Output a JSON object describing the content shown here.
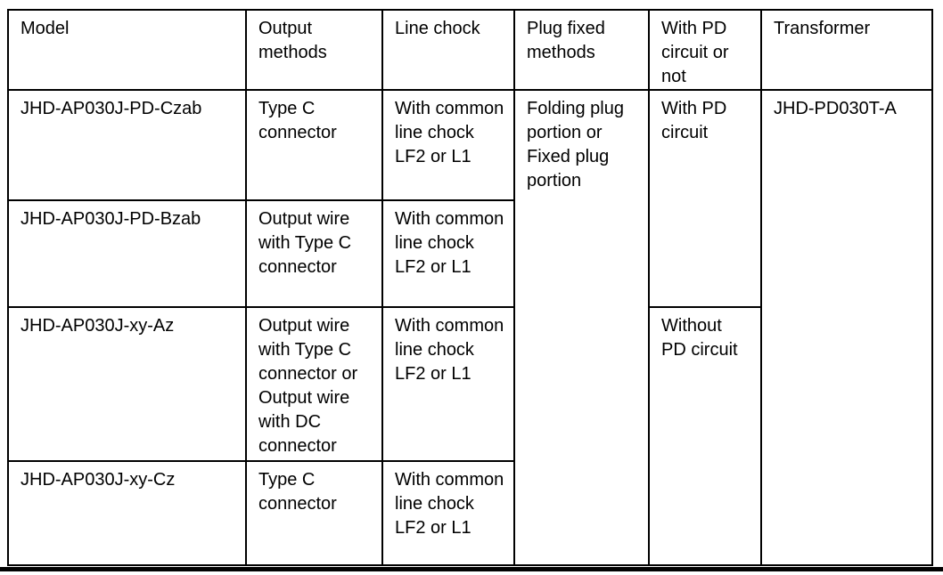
{
  "page": {
    "background": "#ffffff",
    "border_color": "#000000",
    "text_color": "#000000"
  },
  "table": {
    "headers": {
      "model": "Model",
      "output_methods": "Output methods",
      "line_chock": "Line chock",
      "plug_fixed_methods": "Plug fixed methods",
      "pd_circuit": "With PD circuit or not",
      "transformer": "Transformer"
    },
    "rows": [
      {
        "model": "JHD-AP030J-PD-Czab",
        "output_methods": "Type C connector",
        "line_chock": "With common line chock LF2 or L1",
        "plug_fixed_methods": "Folding plug portion or Fixed plug portion",
        "pd_circuit": "With PD circuit",
        "transformer": "JHD-PD030T-A"
      },
      {
        "model": "JHD-AP030J-PD-Bzab",
        "output_methods": "Output wire with Type C connector",
        "line_chock": "With common line chock LF2 or L1"
      },
      {
        "model": "JHD-AP030J-xy-Az",
        "output_methods": "Output wire with Type C connector or Output wire with DC connector",
        "line_chock": "With common line chock LF2 or L1",
        "pd_circuit": "Without PD circuit"
      },
      {
        "model": "JHD-AP030J-xy-Cz",
        "output_methods": "Type C connector",
        "line_chock": "With common line chock LF2 or L1"
      }
    ]
  }
}
